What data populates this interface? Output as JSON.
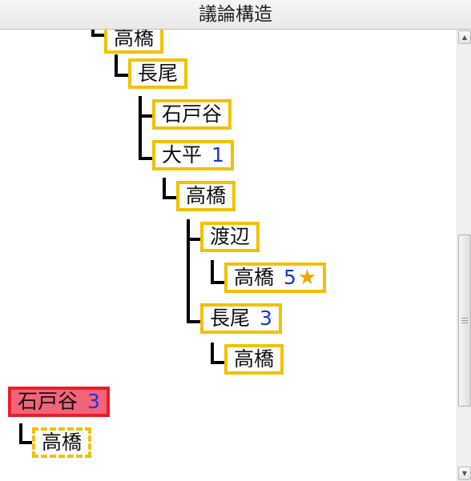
{
  "window": {
    "title": "議論構造"
  },
  "tree": {
    "n1": {
      "name": "高橋"
    },
    "n2": {
      "name": "長尾"
    },
    "n3": {
      "name": "石戸谷"
    },
    "n4": {
      "name": "大平",
      "count": "1"
    },
    "n5": {
      "name": "高橋"
    },
    "n6": {
      "name": "渡辺"
    },
    "n7": {
      "name": "高橋",
      "count": "5",
      "icon": "star-icon"
    },
    "n8": {
      "name": "長尾",
      "count": "3"
    },
    "n9": {
      "name": "高橋"
    },
    "n10": {
      "name": "石戸谷",
      "count": "3",
      "selected": true
    },
    "n11": {
      "name": "高橋",
      "draft": true
    }
  },
  "colors": {
    "node_border": "#f2c100",
    "selected_fill": "#f46477",
    "selected_border": "#e81e2b",
    "count_text": "#1537d6"
  },
  "scrollbar": {
    "up_arrow": "▲",
    "down_arrow": "▼"
  }
}
